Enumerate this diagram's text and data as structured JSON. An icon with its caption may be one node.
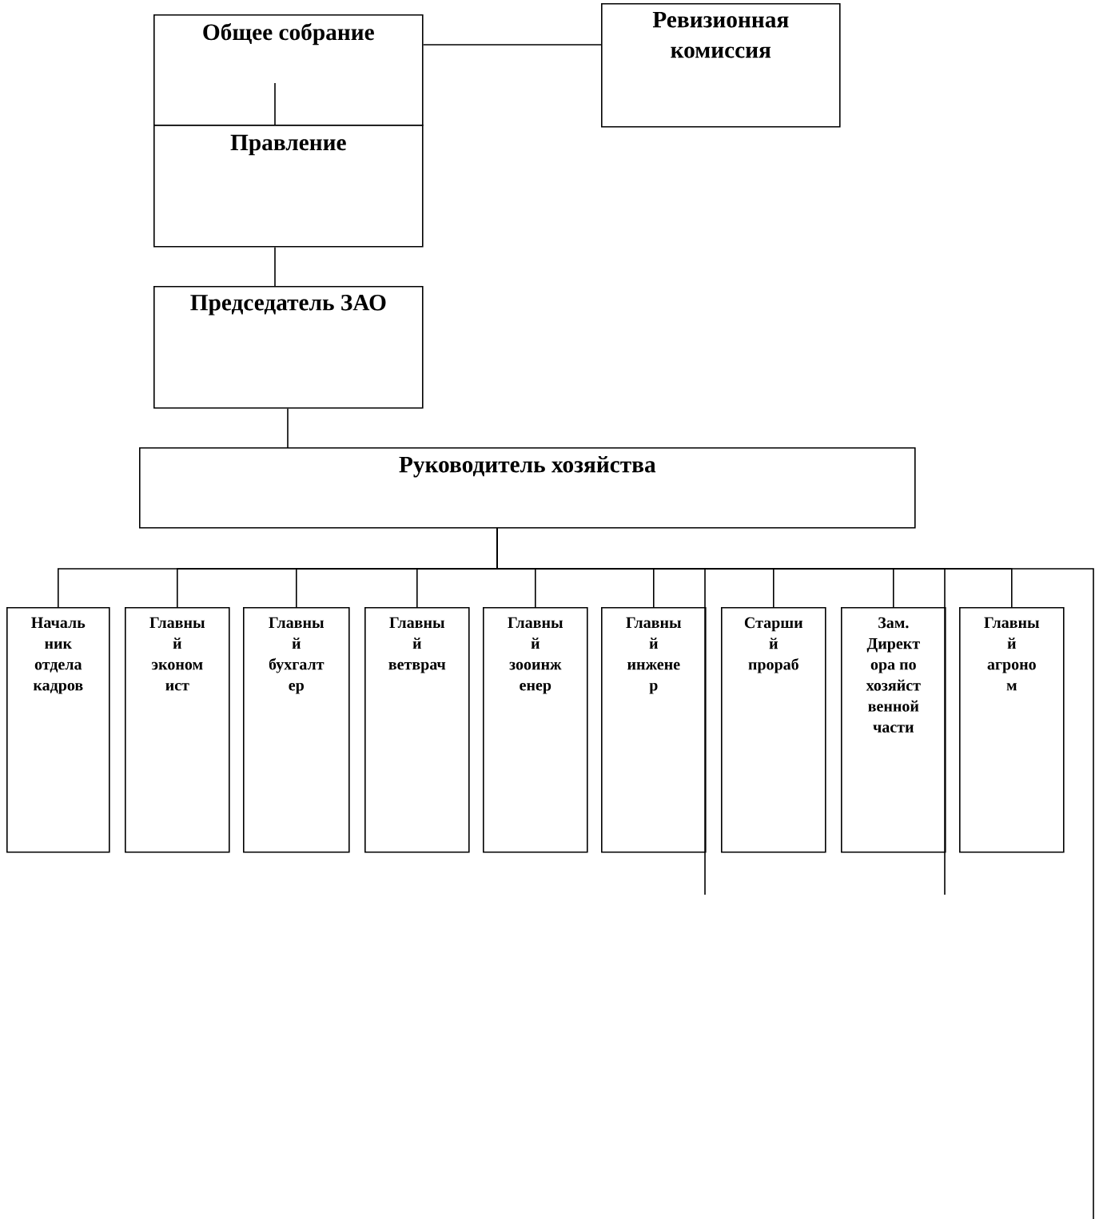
{
  "diagram": {
    "nodes": [
      {
        "text": [
          "Общее собрание"
        ]
      },
      {
        "text": [
          "Ревизионная комиссия"
        ]
      },
      {
        "text": [
          "Правление"
        ]
      },
      {
        "text": [
          "Председатель ЗАО"
        ]
      },
      {
        "text": [
          "Руководитель хозяйства"
        ]
      },
      {
        "text": [
          "Началь ник отдела кадров"
        ]
      },
      {
        "text": [
          "Главны й эконом ист"
        ]
      },
      {
        "text": [
          "Главны й бухгалт ер"
        ]
      },
      {
        "text": [
          "Главны й ветврач"
        ]
      },
      {
        "text": [
          "Главны й зооинж енер"
        ]
      },
      {
        "text": [
          "Главны й инжене р"
        ]
      },
      {
        "text": [
          "Старши й прораб"
        ]
      },
      {
        "text": [
          "Зам. Директ ора по хозяйст венной части"
        ]
      },
      {
        "text": [
          "Главны й агроно м"
        ]
      }
    ],
    "edges": [
      {
        "from": 0,
        "to": 1,
        "arrow": "none"
      },
      {
        "from": 0,
        "to": 2,
        "arrow": "none"
      },
      {
        "from": 2,
        "to": 3,
        "arrow": "none"
      },
      {
        "from": 3,
        "to": 4,
        "arrow": "none"
      },
      {
        "from": 4,
        "to": 5,
        "arrow": "none"
      },
      {
        "from": 4,
        "to": 6,
        "arrow": "none"
      },
      {
        "from": 4,
        "to": 7,
        "arrow": "none"
      },
      {
        "from": 4,
        "to": 8,
        "arrow": "none"
      },
      {
        "from": 4,
        "to": 9,
        "arrow": "none"
      },
      {
        "from": 4,
        "to": 10,
        "arrow": "none"
      },
      {
        "from": 4,
        "to": 11,
        "arrow": "none"
      },
      {
        "from": 4,
        "to": 12,
        "arrow": "none"
      },
      {
        "from": 4,
        "to": 13,
        "arrow": "none"
      },
      {
        "from": 4,
        "to": null,
        "arrow": "none"
      },
      {
        "from": 4,
        "to": null,
        "arrow": "none"
      },
      {
        "from": 4,
        "to": null,
        "arrow": "none"
      }
    ]
  }
}
